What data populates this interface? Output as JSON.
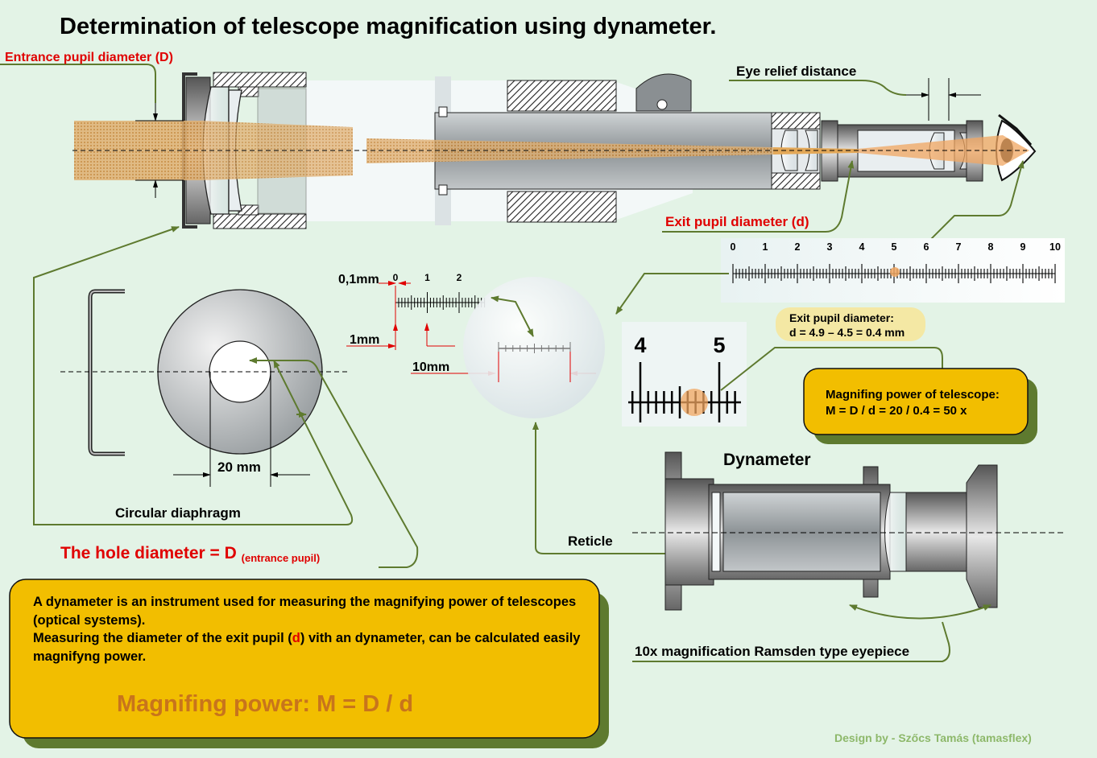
{
  "title": "Determination of telescope magnification using dynameter.",
  "labels": {
    "entrance_pupil": "Entrance pupil diameter (D)",
    "eye_relief": "Eye relief distance",
    "exit_pupil": "Exit pupil diameter (d)",
    "reticle": "Reticle",
    "dynameter": "Dynameter",
    "eyepiece": "10x magnification Ramsden type eyepiece",
    "circular_diaphragm": "Circular diaphragm",
    "hole_diameter_main": "The hole diameter  = D",
    "hole_diameter_sub": "(entrance pupil)",
    "diaphragm_size": "20 mm",
    "dim_01mm": "0,1mm",
    "dim_1mm": "1mm",
    "dim_10mm": "10mm",
    "credit": "Design by - Szőcs Tamás (tamasflex)"
  },
  "big_scale_ticks": [
    "0",
    "1",
    "2",
    "3",
    "4",
    "5",
    "6",
    "7",
    "8",
    "9",
    "10"
  ],
  "small_scale_ticks": [
    "0",
    "1",
    "2"
  ],
  "zoom_ticks": [
    "4",
    "5"
  ],
  "exit_pupil_note": {
    "line1": "Exit pupil diameter:",
    "line2": "d = 4.9 – 4.5 = 0.4 mm"
  },
  "magnification_note": {
    "line1": "Magnifing power of telescope:",
    "line2": "M = D / d = 20 / 0.4 = 50 x"
  },
  "info_box": {
    "p1": "A dynameter  is an instrument used for measuring the magnifying power of telescopes (optical systems).",
    "p2_a": "Measuring the diameter of the exit pupil (",
    "p2_d": "d",
    "p2_b": ") vith an dynameter, can be calculated easily magnifyng power.",
    "formula": "Magnifing power:  M = D / d"
  },
  "colors": {
    "background": "#e3f3e6",
    "box_fill": "#f2be00",
    "shadow": "#5e7a2f",
    "arrow": "#5e7a2f",
    "red": "#e00000",
    "formula": "#c8741c",
    "credit": "#8db86a"
  }
}
